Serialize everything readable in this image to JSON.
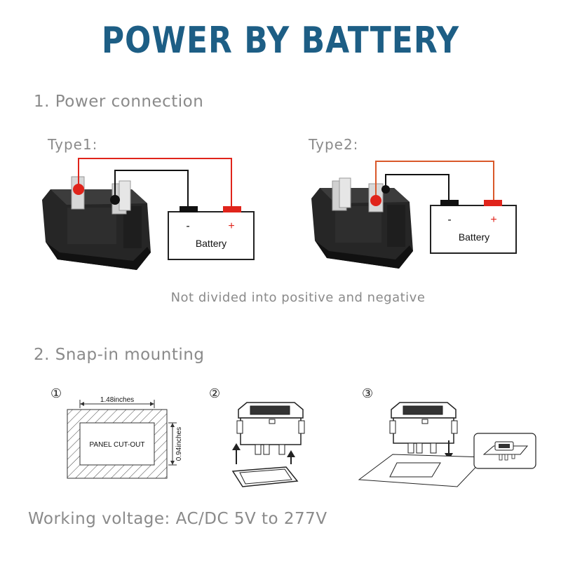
{
  "title": "POWER BY BATTERY",
  "section1": {
    "heading": "1. Power connection",
    "type1": {
      "label": "Type1:",
      "battery_label": "Battery",
      "minus": "-",
      "plus": "+"
    },
    "type2": {
      "label": "Type2:",
      "battery_label": "Battery",
      "minus": "-",
      "plus": "+"
    },
    "note": "Not divided into positive and negative",
    "colors": {
      "positive_wire": "#e0241b",
      "negative_wire": "#111111",
      "type2_wire": "#d9582a"
    }
  },
  "section2": {
    "heading": "2. Snap-in mounting",
    "step1": {
      "marker": "①",
      "width_label": "1.48inches",
      "height_label": "0.94inches",
      "panel_label": "PANEL CUT-OUT"
    },
    "step2": {
      "marker": "②"
    },
    "step3": {
      "marker": "③"
    }
  },
  "footer": {
    "voltage": "Working voltage: AC/DC 5V to 277V"
  }
}
